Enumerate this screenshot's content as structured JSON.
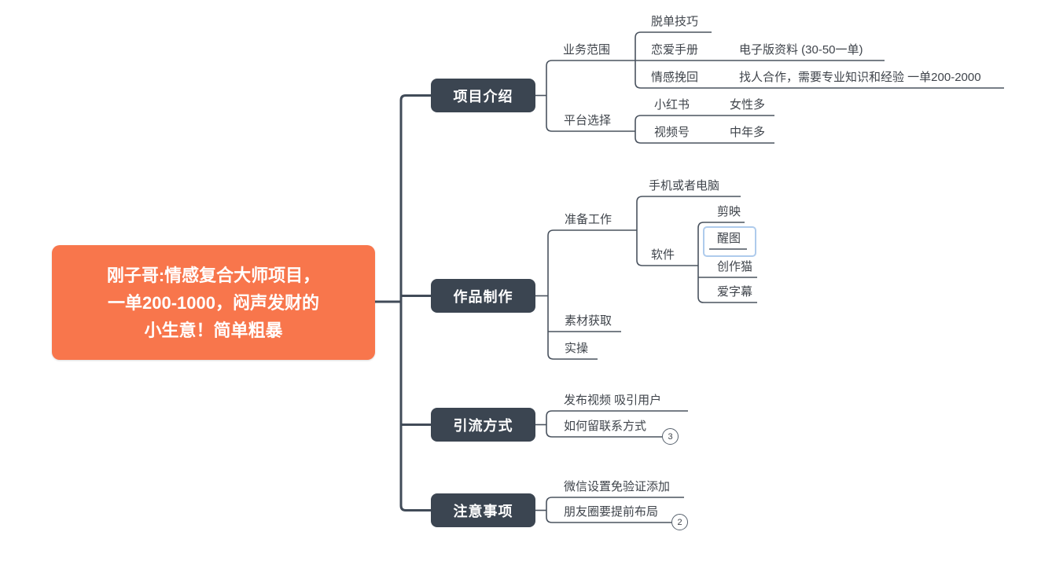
{
  "colors": {
    "root_bg": "#F8764C",
    "branch_bg": "#3B4551",
    "line": "#4A535F",
    "trunk": "#414B58",
    "text": "#3F444B",
    "selection": "#AECBEC",
    "badge_border": "#57616D"
  },
  "root": {
    "lines": [
      "刚子哥:情感复合大师项目，",
      "一单200-1000，闷声发财的",
      "小生意！简单粗暴"
    ]
  },
  "branches": [
    {
      "label": "项目介绍",
      "children": [
        {
          "label": "业务范围",
          "children": [
            {
              "label": "脱单技巧"
            },
            {
              "label": "恋爱手册",
              "note": "电子版资料 (30-50一单)"
            },
            {
              "label": "情感挽回",
              "note": "找人合作，需要专业知识和经验 一单200-2000"
            }
          ]
        },
        {
          "label": "平台选择",
          "children": [
            {
              "label": "小红书",
              "note": "女性多"
            },
            {
              "label": "视频号",
              "note": "中年多"
            }
          ]
        }
      ]
    },
    {
      "label": "作品制作",
      "children": [
        {
          "label": "准备工作",
          "children": [
            {
              "label": "手机或者电脑"
            },
            {
              "label": "软件",
              "children": [
                {
                  "label": "剪映"
                },
                {
                  "label": "醒图",
                  "selected": true
                },
                {
                  "label": "创作猫"
                },
                {
                  "label": "爱字幕"
                }
              ]
            }
          ]
        },
        {
          "label": "素材获取"
        },
        {
          "label": "实操"
        }
      ]
    },
    {
      "label": "引流方式",
      "children": [
        {
          "label": "发布视频 吸引用户"
        },
        {
          "label": "如何留联系方式",
          "badge": "3"
        }
      ]
    },
    {
      "label": "注意事项",
      "children": [
        {
          "label": "微信设置免验证添加"
        },
        {
          "label": "朋友圈要提前布局",
          "badge": "2"
        }
      ]
    }
  ]
}
